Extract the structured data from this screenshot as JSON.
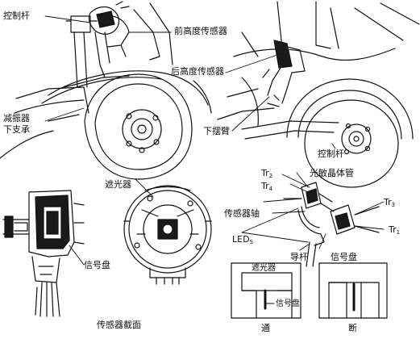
{
  "labels": {
    "control_rod_tl": "控制杆",
    "front_height_sensor": "前高度传感器",
    "rear_height_sensor": "后高度传感器",
    "shock_absorber_mount_1": "减振器",
    "shock_absorber_mount_2": "下支承",
    "lower_arm": "下摆臂",
    "control_rod_br": "控制杆",
    "shutter": "遮光器",
    "sensor_shaft": "传感器轴",
    "signal_disc_left": "信号盘",
    "sensor_section": "传感器截面",
    "phototransistor": "光敏晶体管",
    "tr2": "Tr",
    "tr2_sub": "2",
    "tr4": "Tr",
    "tr4_sub": "4",
    "tr3": "Tr",
    "tr3_sub": "3",
    "tr1": "Tr",
    "tr1_sub": "1",
    "leds": "LED",
    "leds_sub": "S",
    "guide_rod": "导杆",
    "signal_disc_right": "信号盘",
    "box_shutter": "遮光器",
    "box_signal_disc": "信号盘",
    "on_label": "通",
    "off_label": "断"
  },
  "colors": {
    "ink": "#111111",
    "paper": "#ffffff",
    "shade": "#1a1a1a"
  }
}
